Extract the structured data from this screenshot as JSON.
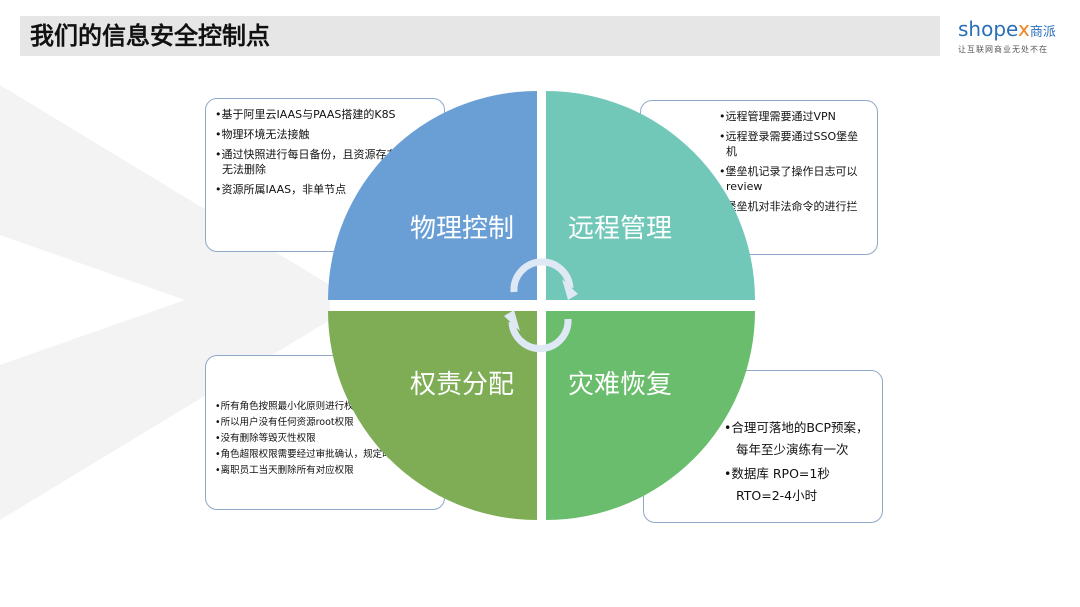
{
  "title": "我们的信息安全控制点",
  "logo": {
    "brand_main": "shope",
    "brand_x": "x",
    "brand_cn": "商派",
    "tagline": "让互联网商业无处不在",
    "color_blue": "#2a6fb8",
    "color_orange": "#f0821e"
  },
  "quadrants": [
    {
      "label": "物理控制",
      "color": "#6a9fd6"
    },
    {
      "label": "远程管理",
      "color": "#72c8b8"
    },
    {
      "label": "权责分配",
      "color": "#7ead55"
    },
    {
      "label": "灾难恢复",
      "color": "#6abd6c"
    }
  ],
  "boxes": {
    "physical": [
      "基于阿里云IAAS与PAAS搭建的K8S",
      "物理环境无法接触",
      "通过快照进行每日备份，且资源存在情况下无法删除",
      "资源所属IAAS，非单节点"
    ],
    "remote": [
      "远程管理需要通过VPN",
      "远程登录需要通过SSO堡垒机",
      "堡垒机记录了操作日志可以review",
      "堡垒机对非法命令的进行拦"
    ],
    "authority": [
      "所有角色按照最小化原则进行权限分配",
      "所以用户没有任何资源root权限",
      "没有删除等毁灭性权限",
      "角色超限权限需要经过审批确认，规定时间内收回",
      "离职员工当天删除所有对应权限"
    ],
    "recovery": [
      "合理可落地的BCP预案，每年至少演练有一次",
      "数据库 RPO=1秒 RTO=2-4小时"
    ]
  }
}
